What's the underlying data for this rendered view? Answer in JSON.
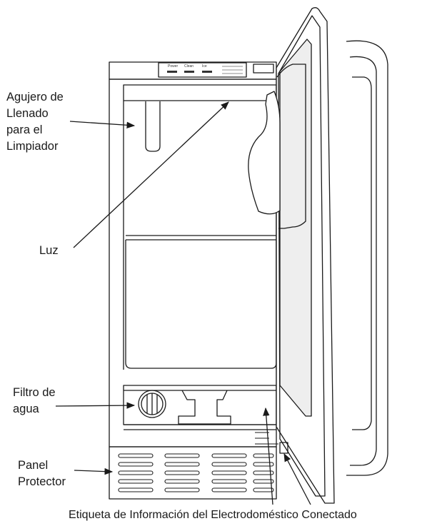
{
  "labels": {
    "agujero": [
      "Agujero de",
      "Llenado",
      "para el",
      "Limpiador"
    ],
    "luz": "Luz",
    "filtro": [
      "Filtro de",
      "agua"
    ],
    "panel": [
      "Panel",
      "Protector"
    ],
    "etiqueta": "Etiqueta de Información del Electrodoméstico Conectado"
  },
  "colors": {
    "line": "#1a1a1a",
    "door_panel": "#eeeeee"
  }
}
